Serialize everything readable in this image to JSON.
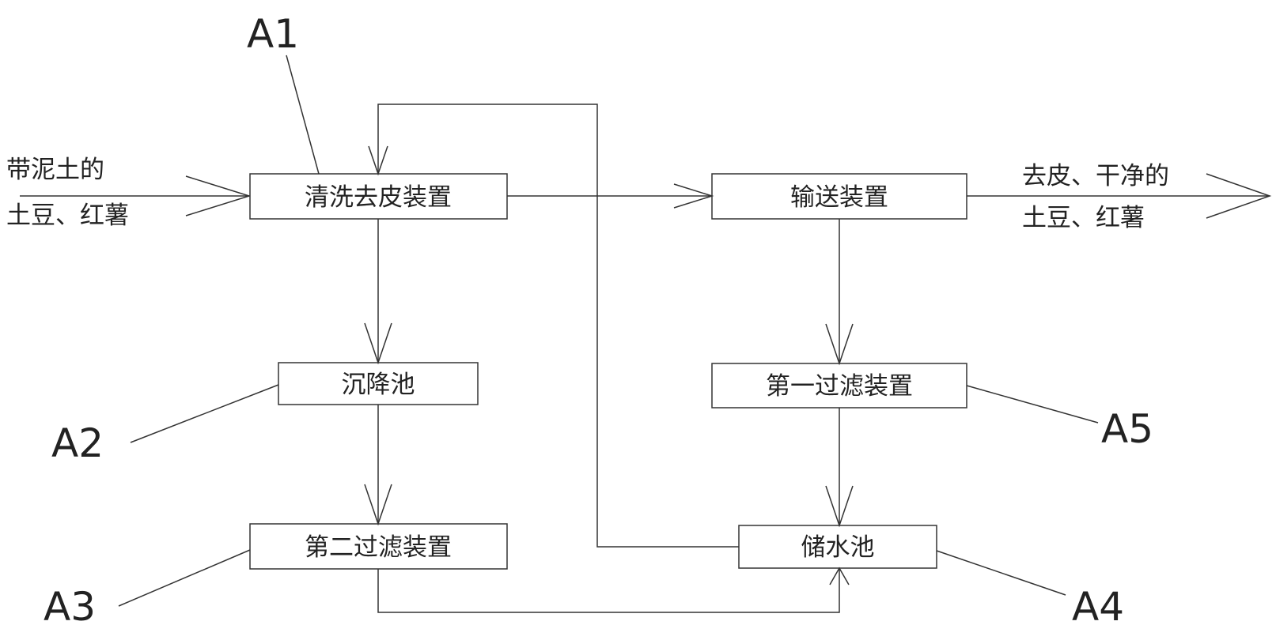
{
  "input": {
    "line1": "带泥土的",
    "line2": "土豆、红薯"
  },
  "output": {
    "line1": "去皮、干净的",
    "line2": "土豆、红薯"
  },
  "nodes": {
    "wash_peel": "清洗去皮装置",
    "sedimentation": "沉降池",
    "second_filter": "第二过滤装置",
    "conveyor": "输送装置",
    "first_filter": "第一过滤装置",
    "reservoir": "储水池"
  },
  "callouts": {
    "a1": "A1",
    "a2": "A2",
    "a3": "A3",
    "a4": "A4",
    "a5": "A5"
  }
}
